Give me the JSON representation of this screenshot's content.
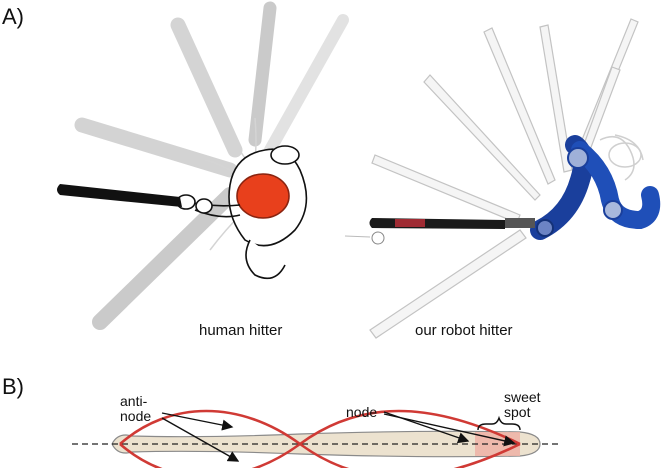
{
  "panel_a": {
    "label": "A)",
    "left_caption": "human hitter",
    "right_caption": "our robot hitter",
    "colors": {
      "helmet": "#e8401c",
      "robot": "#1f4fb8",
      "bat": "#111111",
      "ghost": "#c8c8c8"
    }
  },
  "panel_b": {
    "label": "B)",
    "antinode_label": "anti-\nnode",
    "node_label": "node",
    "sweet_spot_label": "sweet\nspot",
    "colors": {
      "bat_fill": "#ece2cf",
      "wave": "#d03a35",
      "sweet_spot": "#eeb2a6"
    }
  }
}
